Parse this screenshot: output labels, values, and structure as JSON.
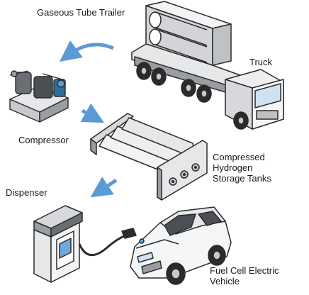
{
  "labels": {
    "trailer": "Gaseous Tube Trailer",
    "truck": "Truck",
    "compressor": "Compressor",
    "tanks": [
      "Compressed",
      "Hydrogen",
      "Storage Tanks"
    ],
    "dispenser": "Dispenser",
    "vehicle": [
      "Fuel Cell Electric",
      "Vehicle"
    ]
  },
  "colors": {
    "arrow": "#5b9bd5",
    "outline": "#2b2b2b",
    "light": "#e6e7e9",
    "mid": "#c7c9cc",
    "dark": "#9a9da1",
    "accent": "#6fa8dc"
  },
  "icons": [
    "tube-trailer-truck-icon",
    "compressor-icon",
    "storage-tanks-icon",
    "dispenser-icon",
    "fuel-cell-vehicle-icon"
  ]
}
